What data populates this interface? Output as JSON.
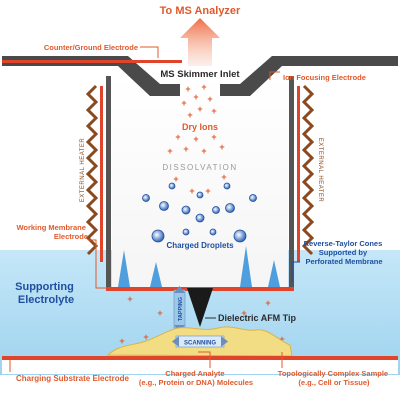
{
  "labels": {
    "to_ms": "To MS Analyzer",
    "counter_electrode": "Counter/Ground Electrode",
    "skimmer": "MS Skimmer Inlet",
    "ion_focusing": "Ion Focusing Electrode",
    "dry_ions": "Dry Ions",
    "dissolvation": "DISSOLVATION",
    "heater_left": "EXTERNAL HEATER",
    "heater_right": "EXTERNAL HEATER",
    "charged_droplets": "Charged Droplets",
    "working_membrane": "Working Membrane Electrode",
    "reverse_taylor": "Reverse-Taylor Cones Supported by Perforated Membrane",
    "supporting_electrolyte": "Supporting Electrolyte",
    "tapping": "TAPPING",
    "afm_tip": "Dielectric AFM Tip",
    "scanning": "SCANNING",
    "charging_substrate": "Charging Substrate Electrode",
    "charged_analyte": "Charged Analyte (e.g., Protein or DNA) Molecules",
    "topological_sample": "Topologically Complex Sample (e.g., Cell or Tissue)"
  },
  "colors": {
    "label_orange": "#e05a2b",
    "label_blue": "#1f4fa0",
    "label_dark": "#2b2b2b",
    "electrode_red": "#e0452b",
    "electrolyte_blue": "#a9d8f2",
    "heater_brown": "#8a4a1e",
    "sample_yellow": "#f2dc84"
  }
}
